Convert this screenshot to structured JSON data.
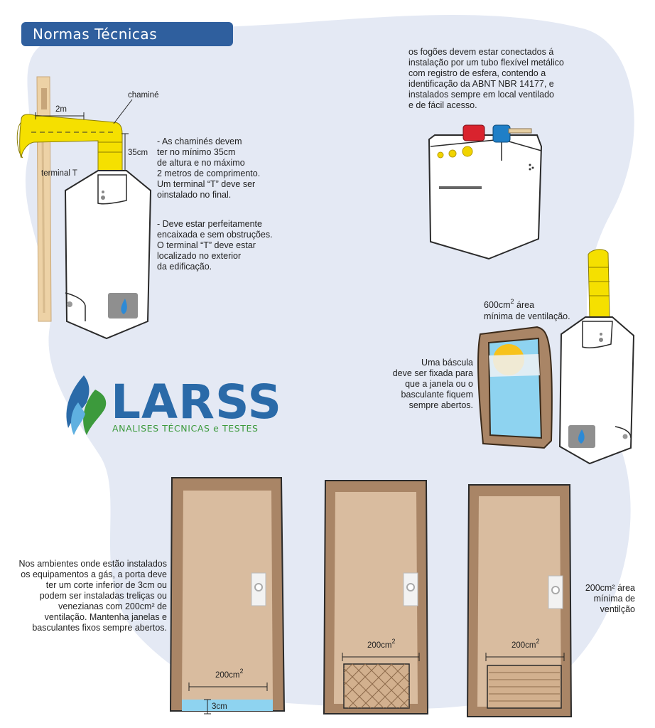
{
  "title": "Normas Técnicas",
  "chimney_labels": {
    "chimney": "chaminé",
    "length": "2m",
    "height": "35cm",
    "terminal": "terminal T"
  },
  "chimney_text_1": [
    "- As chaminés devem",
    "ter no mínimo 35cm",
    "de altura e no máximo",
    "2 metros de comprimento.",
    "Um terminal “T” deve ser",
    "oinstalado no final."
  ],
  "chimney_text_2": [
    "- Deve estar perfeitamente",
    "encaixada e sem obstruções.",
    "O terminal “T” deve estar",
    "localizado no exterior",
    "da edificação."
  ],
  "stove_text": [
    "os fogões devem estar conectados á",
    "instalação por um tubo flexível metálico",
    "com registro de esfera, contendo a",
    "identificação da ABNT NBR 14177, e",
    "instalados sempre em local ventilado",
    "e de fácil acesso."
  ],
  "ventilation_area": {
    "value": "600cm",
    "exp": "2",
    "rest": " área",
    "line2": "mínima de ventilação."
  },
  "bascula_text": [
    "Uma báscula",
    "deve ser fixada para",
    "que a janela ou o",
    "basculante fiquem",
    "sempre abertos."
  ],
  "logo": {
    "word": "LARSS",
    "subtitle": "ANALISES TÉCNICAS e TESTES"
  },
  "door_text": [
    "Nos ambientes onde estão instalados",
    "os equipamentos a gás, a porta deve",
    "ter um corte inferior de 3cm ou",
    "podem ser instaladas treliças ou",
    "venezianas com 200cm² de",
    "ventilação. Mantenha janelas e",
    "basculantes fixos sempre abertos."
  ],
  "doors": [
    {
      "measure": "200cm",
      "exp": "2",
      "gap": "3cm"
    },
    {
      "measure": "200cm",
      "exp": "2"
    },
    {
      "measure": "200cm",
      "exp": "2"
    }
  ],
  "door_right_text": [
    "200cm² área",
    "mínima de",
    "ventilção"
  ],
  "colors": {
    "badge": "#2f5f9e",
    "blob": "#e4e9f4",
    "yellow": "#f5e000",
    "door_frame": "#a98566",
    "door_panel": "#d9bc9f",
    "logo_blue": "#2a6aa8",
    "logo_green": "#3c9a3c"
  }
}
